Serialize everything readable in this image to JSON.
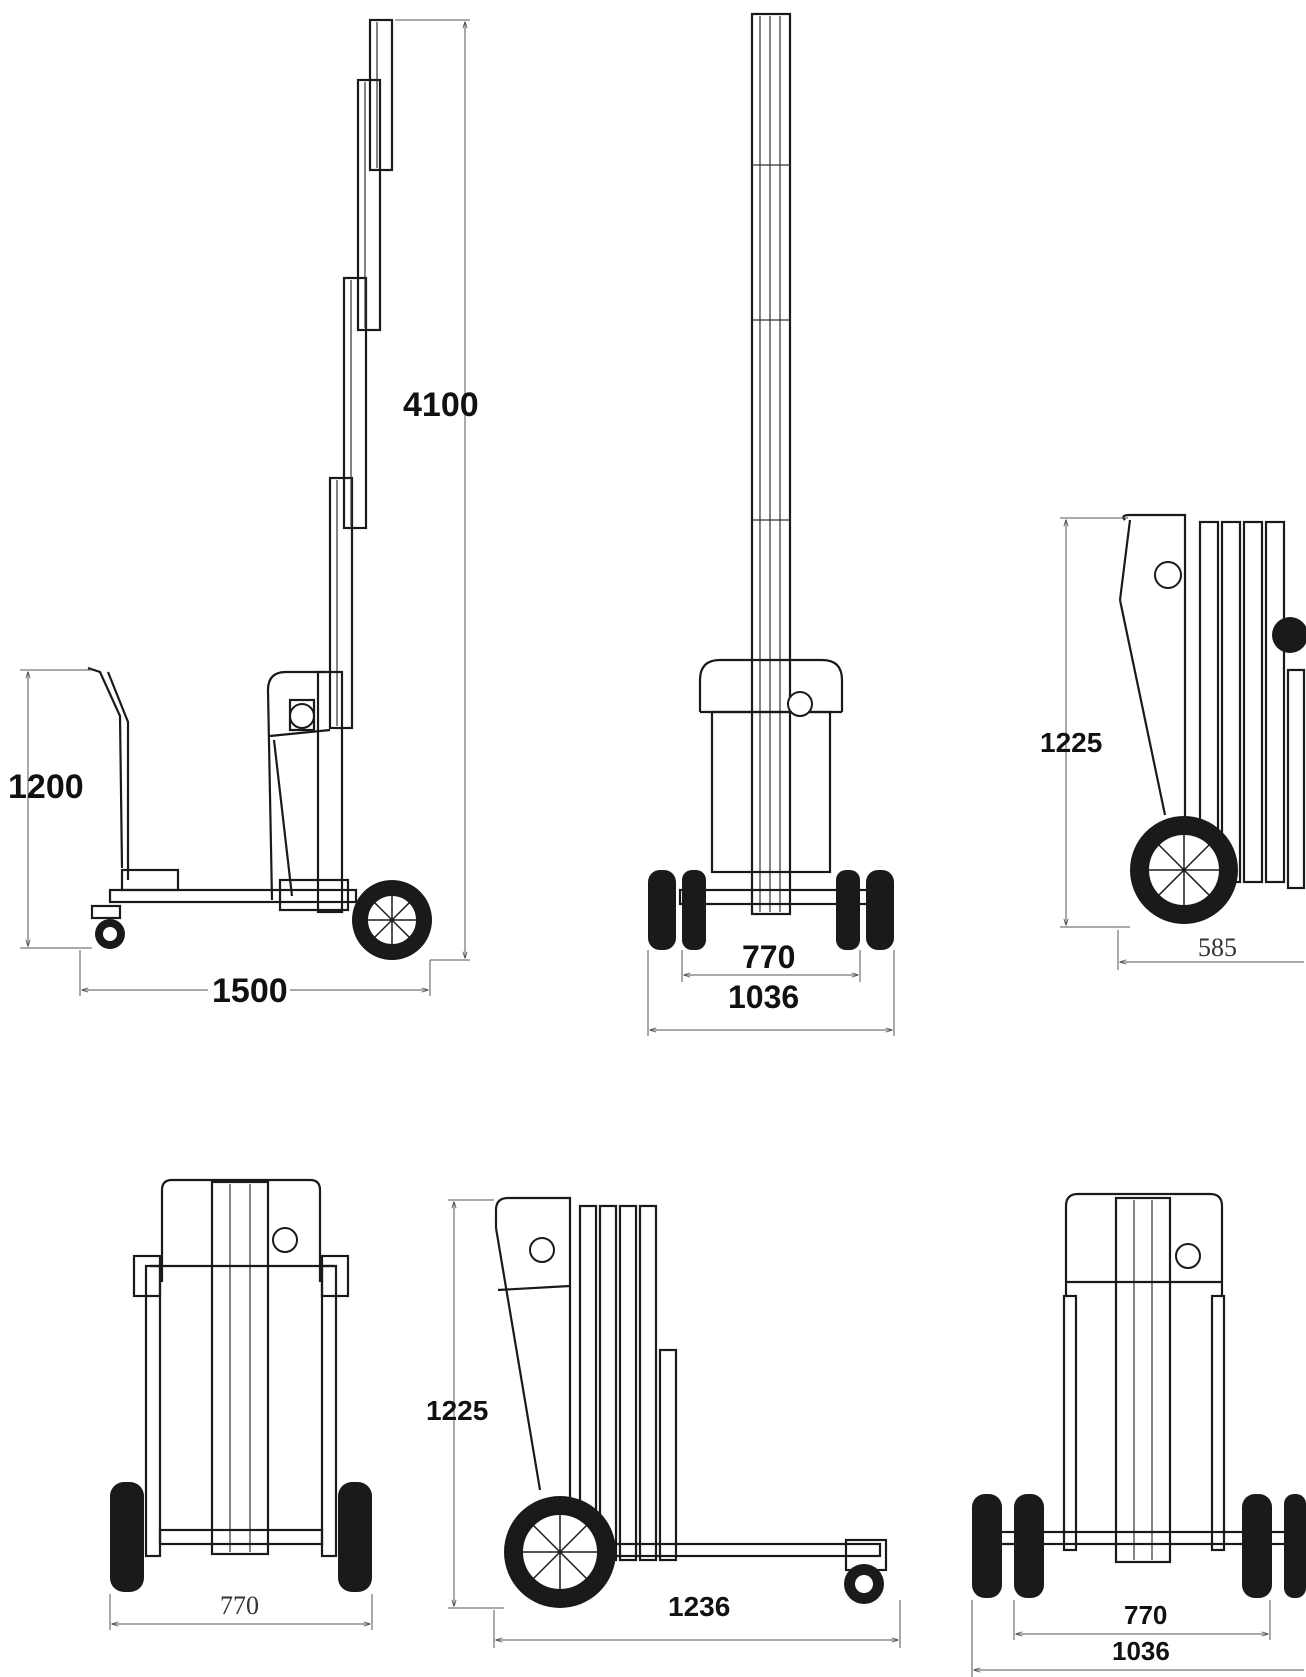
{
  "dimensions": {
    "side_extended_height": "4100",
    "side_extended_handle_height": "1200",
    "side_extended_length": "1500",
    "front_extended_inner_width": "770",
    "front_extended_outer_width": "1036",
    "side_folded_height": "1225",
    "side_folded_depth": "585",
    "rear_folded_width": "770",
    "side_folded_arm_height": "1225",
    "side_folded_arm_length": "1236",
    "front_folded_inner_width": "770",
    "front_folded_outer_width": "1036"
  },
  "colors": {
    "line": "#1a1a1a",
    "background": "#ffffff",
    "dimension": "#555555"
  }
}
